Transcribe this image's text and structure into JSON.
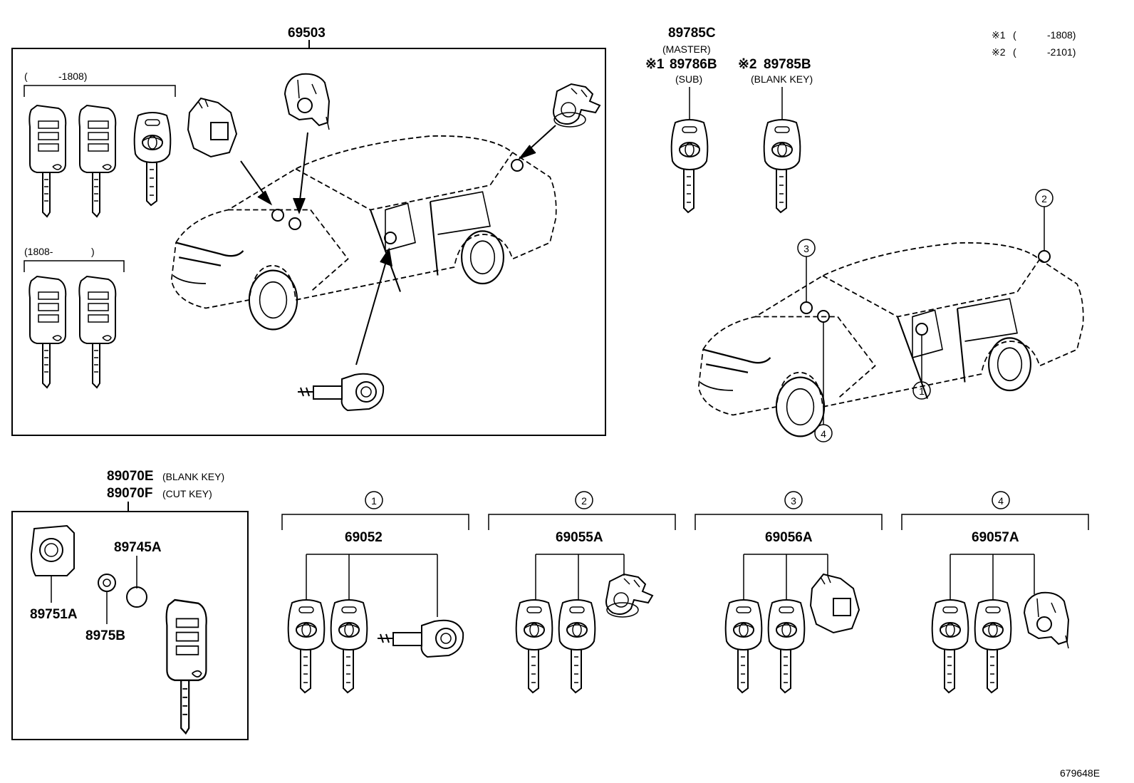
{
  "diagram_id": "679648E",
  "notes": {
    "note1": {
      "mark": "※1",
      "open": "(",
      "range": "-1808)"
    },
    "note2": {
      "mark": "※2",
      "open": "(",
      "range": "-2101)"
    }
  },
  "kit_box": {
    "part_number": "69503",
    "group_upper_label_open": "(",
    "group_upper_label_range": "-1808)",
    "group_lower_label_range": "(1808-",
    "group_lower_label_close": ")"
  },
  "master_keys": {
    "master_part": "89785C",
    "master_note": "(MASTER)",
    "sub_mark": "※1",
    "sub_part": "89786B",
    "sub_note": "(SUB)",
    "blank_mark": "※2",
    "blank_part": "89785B",
    "blank_note": "(BLANK KEY)"
  },
  "location_callouts": [
    "1",
    "2",
    "3",
    "4"
  ],
  "remote_box": {
    "part_blank": "89070E",
    "part_blank_note": "(BLANK KEY)",
    "part_cut": "89070F",
    "part_cut_note": "(CUT KEY)",
    "case_part": "89751A",
    "battery_a": "89745A",
    "battery_b": "8975B"
  },
  "cylinder_sets": [
    {
      "callout": "1",
      "part": "69052"
    },
    {
      "callout": "2",
      "part": "69055A"
    },
    {
      "callout": "3",
      "part": "69056A"
    },
    {
      "callout": "4",
      "part": "69057A"
    }
  ],
  "colors": {
    "ink": "#000000",
    "paper": "#ffffff"
  }
}
